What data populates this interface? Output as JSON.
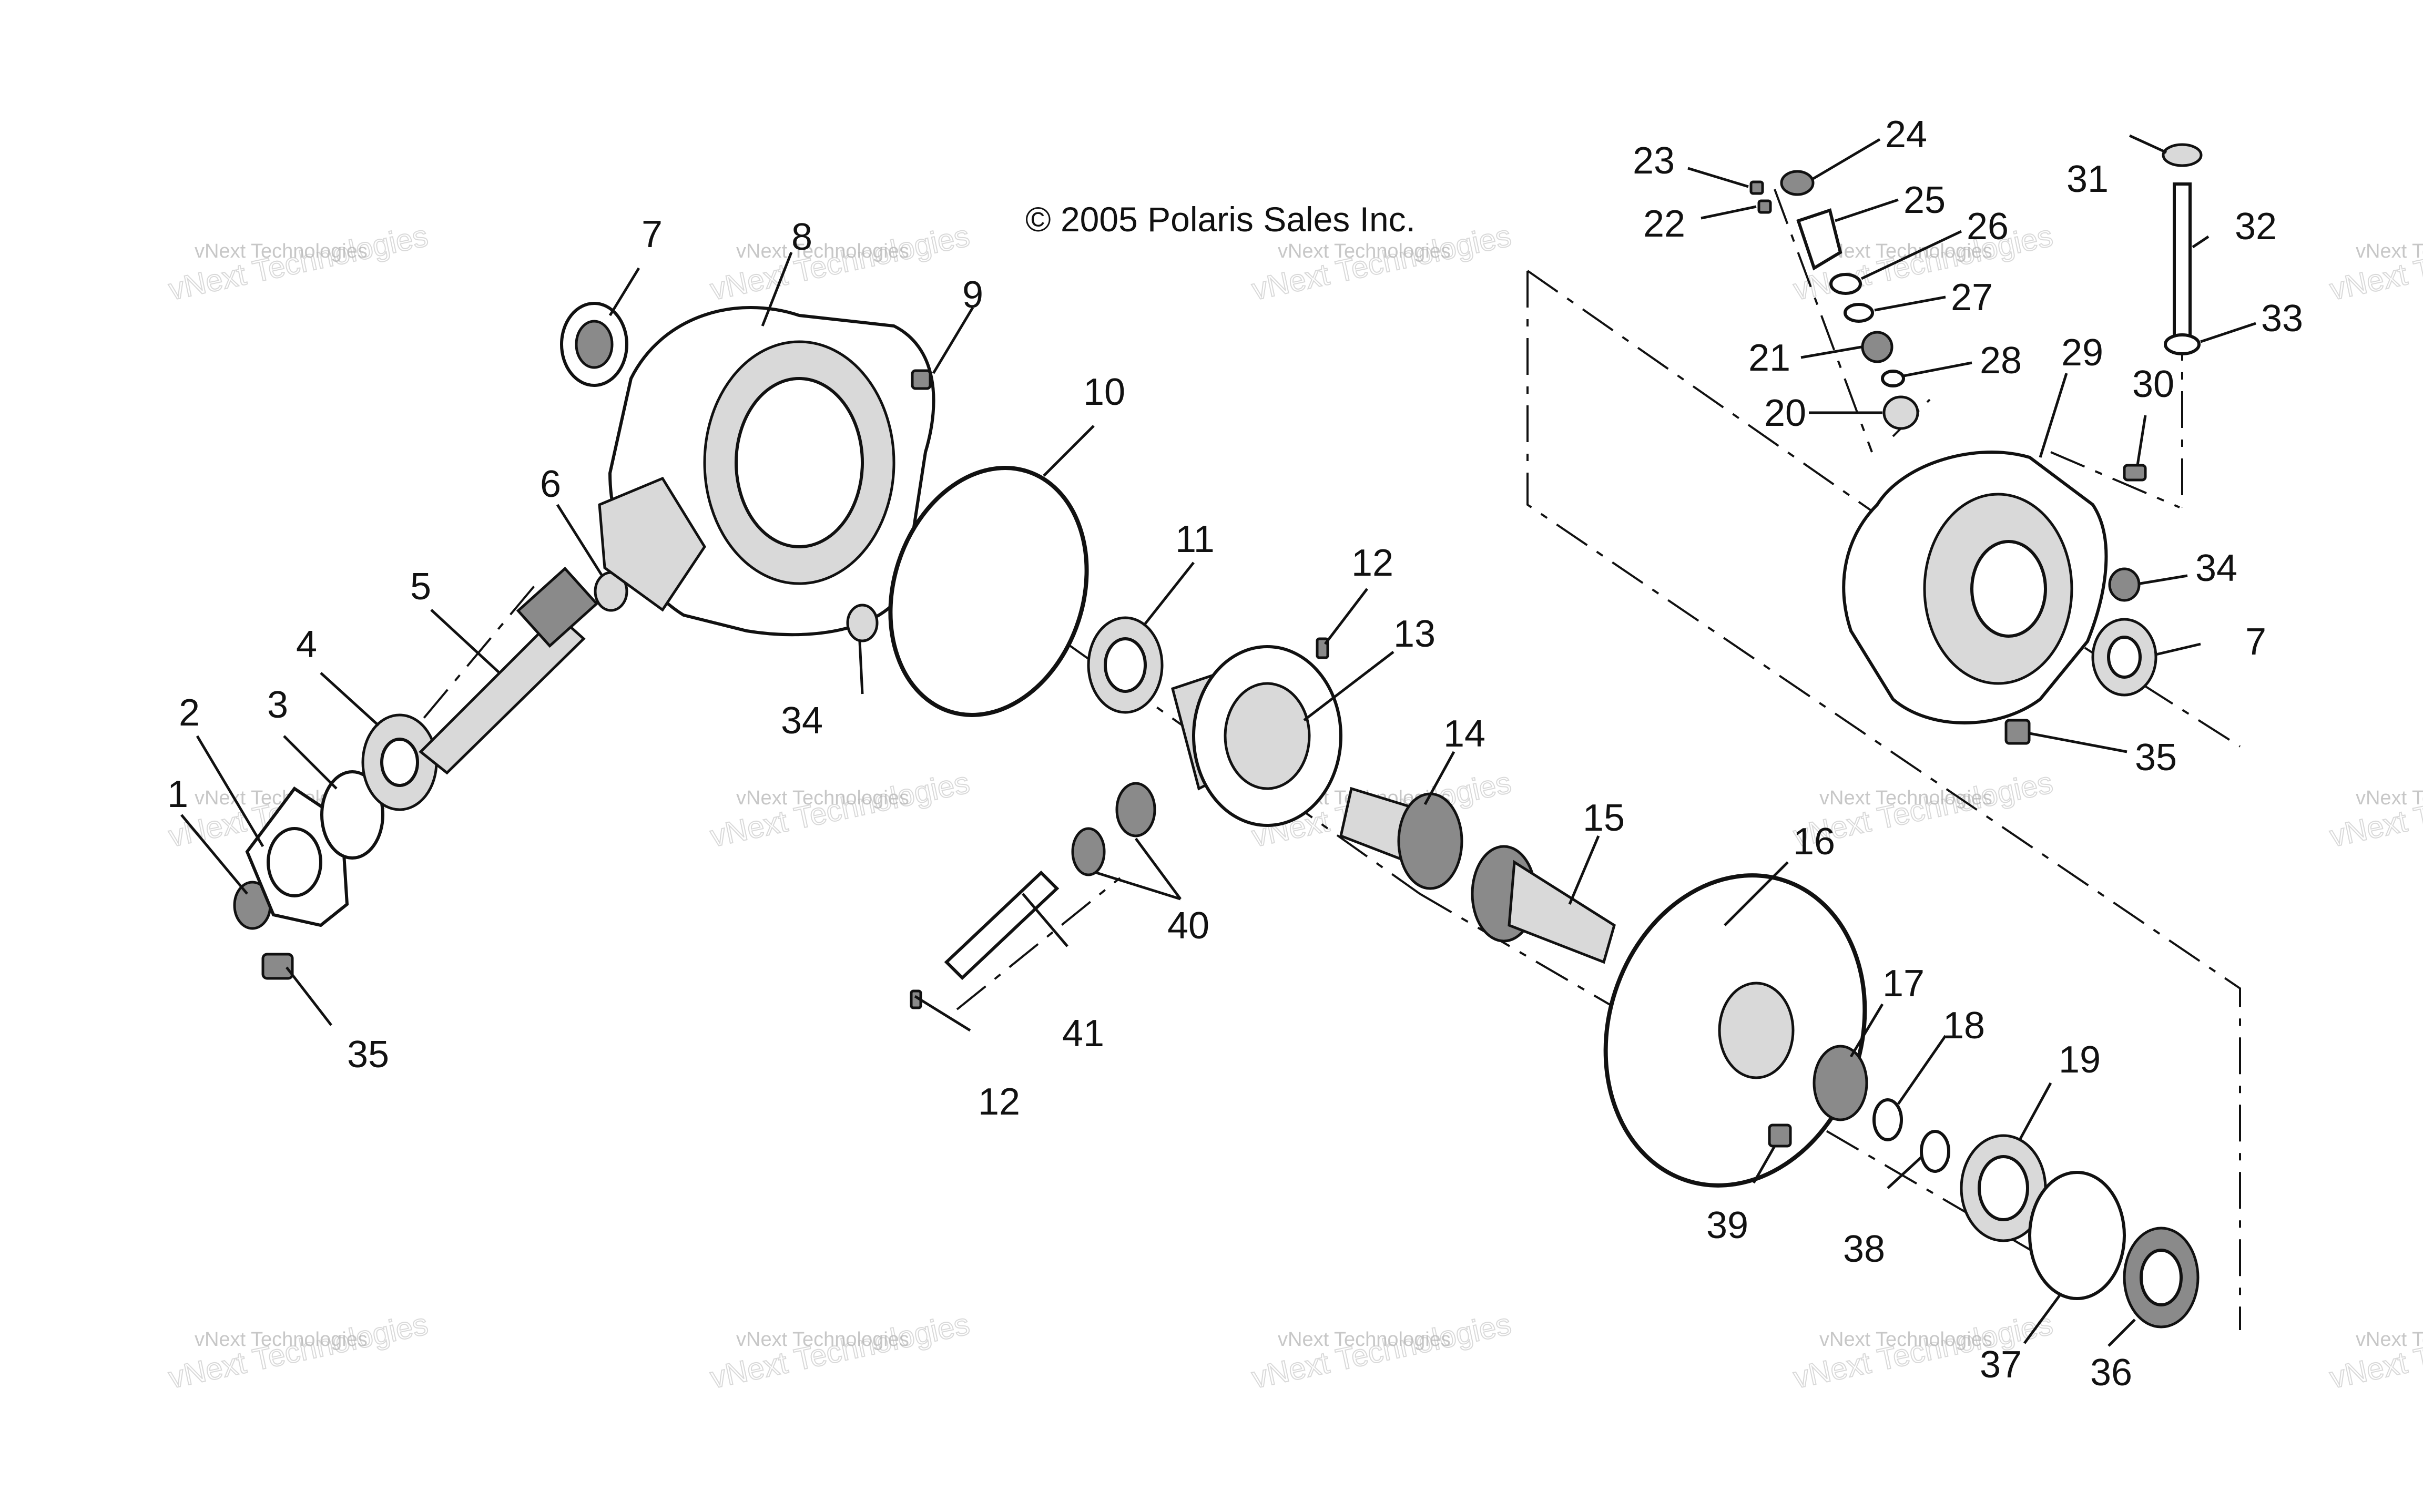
{
  "copyright": "© 2005 Polaris Sales Inc.",
  "watermark": {
    "line1": "vNext Technologies",
    "line2": "vNext Technologies"
  },
  "callouts": [
    "1",
    "2",
    "3",
    "4",
    "5",
    "6",
    "7",
    "8",
    "9",
    "10",
    "11",
    "12",
    "13",
    "14",
    "15",
    "16",
    "17",
    "18",
    "19",
    "20",
    "21",
    "22",
    "23",
    "24",
    "25",
    "26",
    "27",
    "28",
    "29",
    "30",
    "31",
    "32",
    "33",
    "34",
    "7",
    "35",
    "34",
    "35",
    "12",
    "40",
    "41",
    "39",
    "38",
    "37",
    "36"
  ]
}
